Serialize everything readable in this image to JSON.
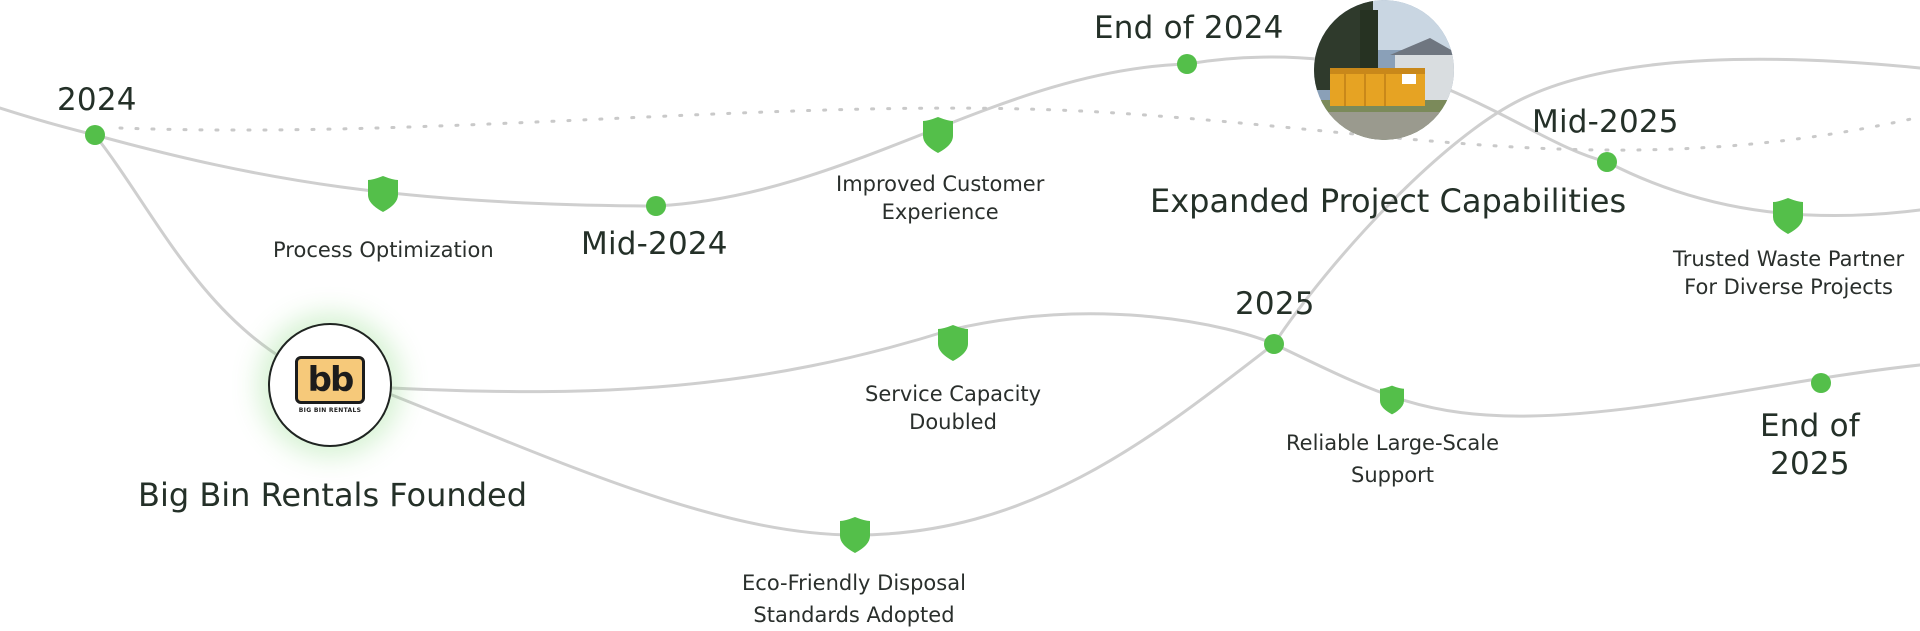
{
  "milestones": {
    "y2024": "2024",
    "mid_2024": "Mid-2024",
    "end_2024": "End of 2024",
    "y2025": "2025",
    "mid_2025": "Mid-2025",
    "end_2025_line1": "End of",
    "end_2025_line2": "2025"
  },
  "headings": {
    "founded": "Big Bin Rentals Founded",
    "expanded": "Expanded Project Capabilities"
  },
  "achievements": {
    "process": "Process Optimization",
    "customer_line1": "Improved Customer",
    "customer_line2": "Experience",
    "capacity_line1": "Service Capacity",
    "capacity_line2": "Doubled",
    "eco_line1": "Eco-Friendly Disposal",
    "eco_line2": "Standards Adopted",
    "reliable_line1": "Reliable Large-Scale",
    "reliable_line2": "Support",
    "trusted_line1": "Trusted Waste Partner",
    "trusted_line2": "For Diverse Projects"
  },
  "logo": {
    "mark": "bb",
    "caption": "BIG BIN RENTALS"
  },
  "photo": {
    "subject": "orange roll-off dumpster in front of a house"
  },
  "colors": {
    "accent": "#54bf4a",
    "line": "#cfcfcf",
    "text": "#243028"
  },
  "icons": {
    "node": "dot-icon",
    "achievement": "shield-icon"
  }
}
